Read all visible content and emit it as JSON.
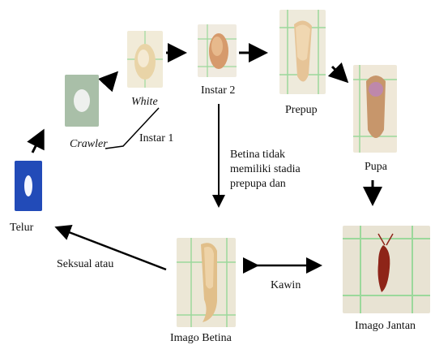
{
  "stages": {
    "telur": "Telur",
    "crawler": "Crawler",
    "white": "White",
    "instar1": "Instar 1",
    "instar2": "Instar 2",
    "prepup": "Prepup",
    "pupa": "Pupa",
    "imago_betina": "Imago Betina",
    "imago_jantan": "Imago Jantan"
  },
  "notes": {
    "betina_line1": "Betina tidak",
    "betina_line2": "memiliki stadia",
    "betina_line3": "prepupa dan",
    "kawin": "Kawin",
    "seksual": "Seksual atau"
  },
  "colors": {
    "arrow": "#000000",
    "egg_bg": "#1a3fa8",
    "grid_green": "#8fd08f"
  }
}
